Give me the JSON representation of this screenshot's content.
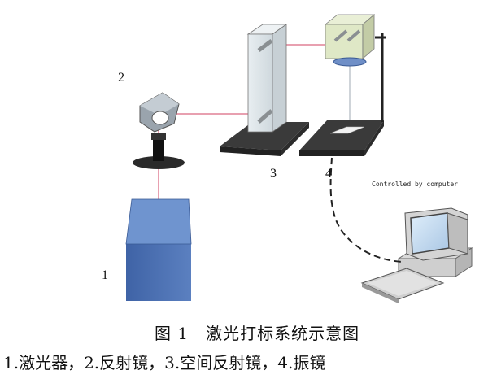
{
  "labels": {
    "laser": "1",
    "mirror": "2",
    "spatial_mirror": "3",
    "galvo": "4",
    "computer_note": "Controlled by computer"
  },
  "caption": {
    "title": "图 1　激光打标系统示意图",
    "legend": "1.激光器，2.反射镜，3.空间反射镜，4.振镜"
  },
  "colors": {
    "beam": "#e8a0b0",
    "laser_body": "#4a6fb0",
    "laser_top": "#6f94cf",
    "platform": "#444444",
    "glass": "#dfe6ea"
  }
}
